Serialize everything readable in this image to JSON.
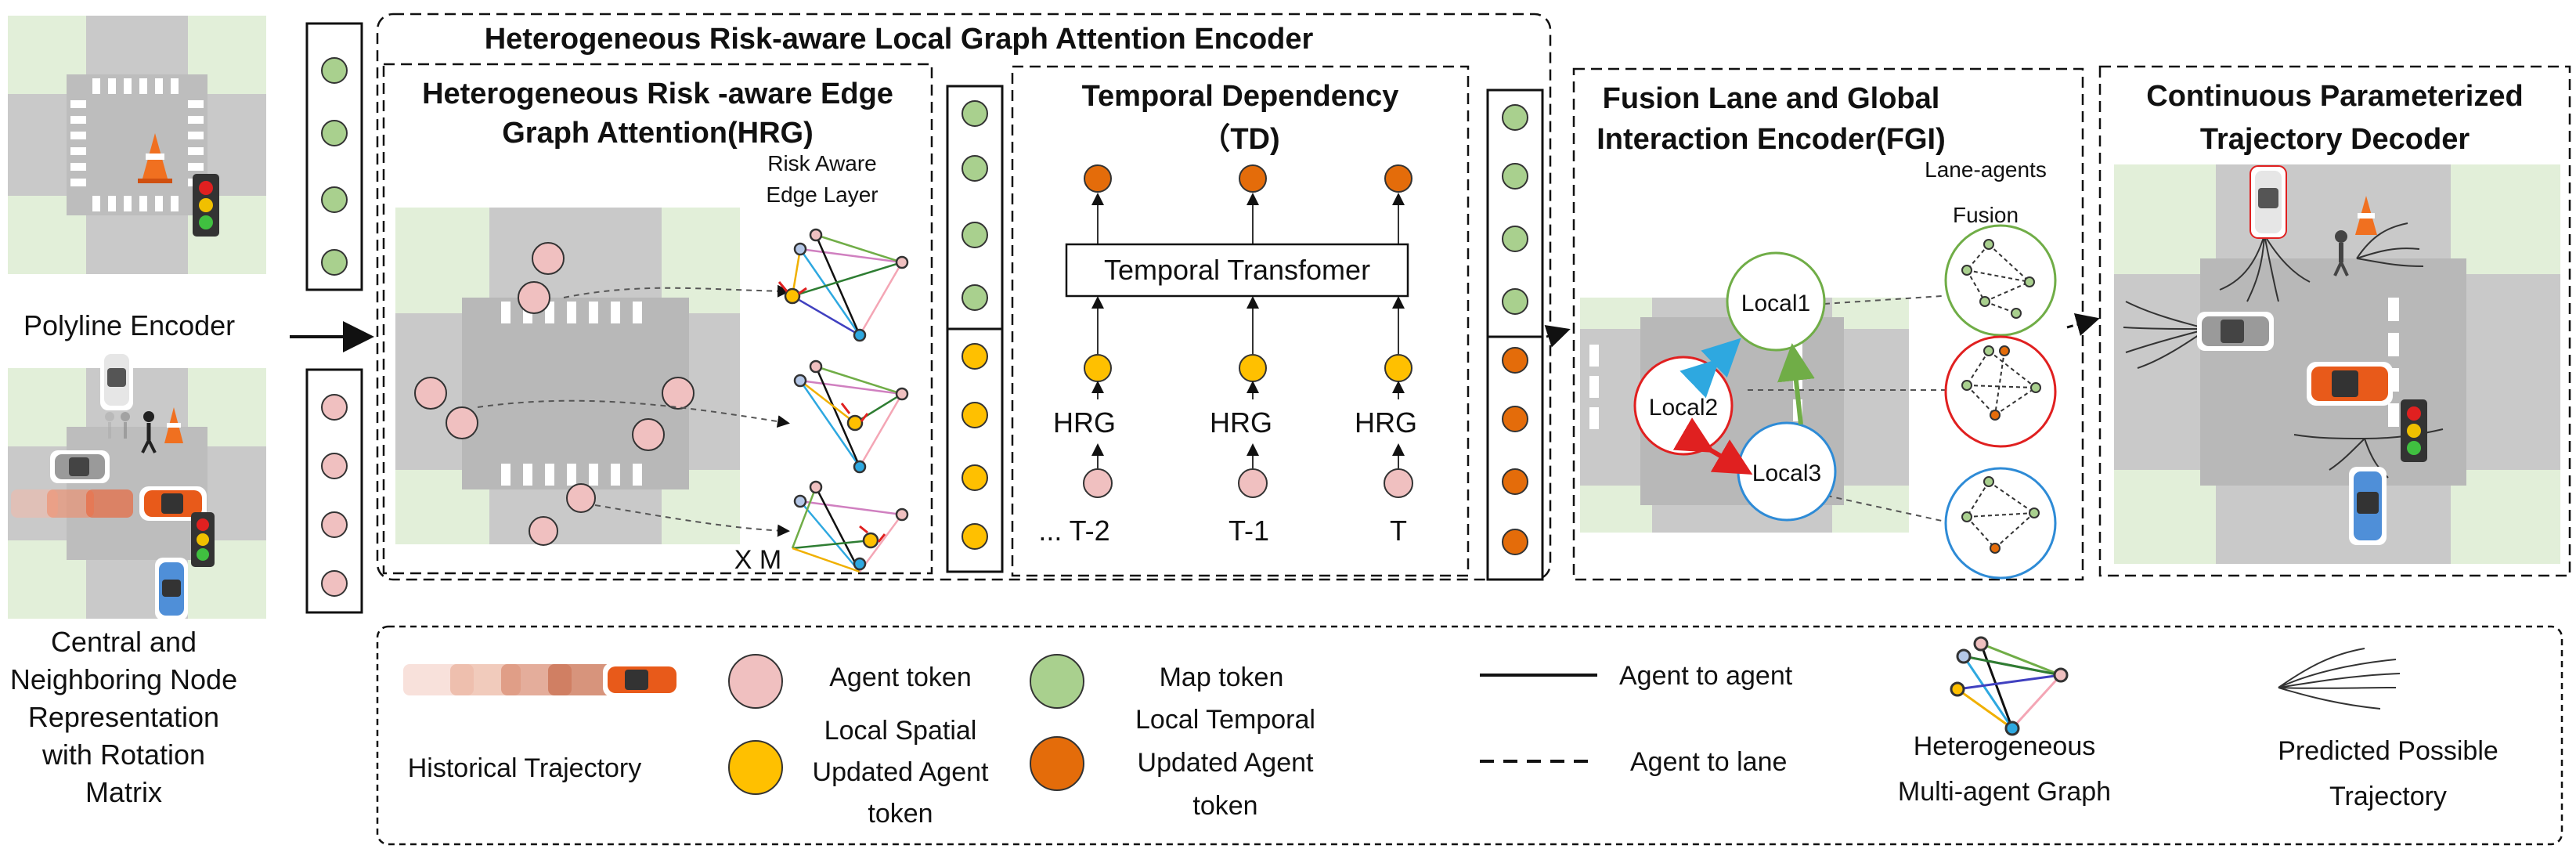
{
  "left": {
    "polyline_encoder": "Polyline Encoder",
    "central_lines": [
      "Central and",
      "Neighboring Node",
      "Representation",
      "with Rotation",
      "Matrix"
    ]
  },
  "hrlgae": {
    "title": "Heterogeneous Risk-aware Local Graph Attention Encoder"
  },
  "hrg": {
    "title_line1": "Heterogeneous Risk -aware Edge",
    "title_line2": "Graph Attention(HRG)",
    "risk_line1": "Risk Aware",
    "risk_line2": "Edge Layer",
    "repeat": "X M"
  },
  "td": {
    "title_line1": "Temporal Dependency",
    "title_line2": "（TD)",
    "transformer": "Temporal Transfomer",
    "hrg_label": "HRG",
    "steps": [
      "... T-2",
      "T-1",
      "T"
    ]
  },
  "fgi": {
    "title_line1": "Fusion Lane and Global",
    "title_line2": "Interaction Encoder(FGI)",
    "fusion_line1": "Lane-agents",
    "fusion_line2": "Fusion",
    "local1": "Local1",
    "local2": "Local2",
    "local3": "Local3"
  },
  "decoder": {
    "title_line1": "Continuous Parameterized",
    "title_line2": "Trajectory Decoder"
  },
  "legend": {
    "historical_trajectory": "Historical Trajectory",
    "agent_token": "Agent token",
    "local_spatial": [
      "Local Spatial",
      "Updated Agent",
      "token"
    ],
    "map_token": "Map token",
    "local_temporal": [
      "Local Temporal",
      "Updated Agent",
      "token"
    ],
    "agent_to_agent": "Agent to agent",
    "agent_to_lane": "Agent to lane",
    "hetero_graph": [
      "Heterogeneous",
      "Multi-agent  Graph"
    ],
    "predicted": [
      "Predicted Possible",
      "Trajectory"
    ]
  },
  "colors": {
    "agent_token": "#f0c0c0",
    "spatial_token": "#ffc000",
    "map_token": "#a9d08e",
    "temporal_token": "#e46c0a",
    "local1": "#70ad47",
    "local2": "#e02020",
    "local3": "#2e8bd6",
    "road": "#c8c8c8",
    "grass": "#d9ead3"
  }
}
